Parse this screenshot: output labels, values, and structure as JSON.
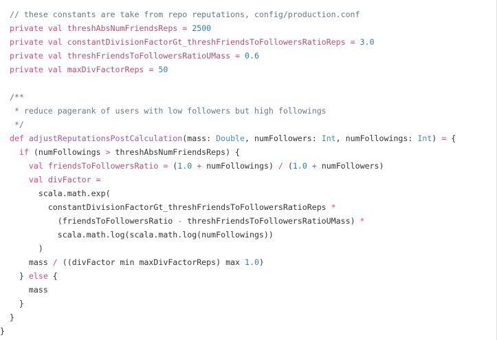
{
  "code_lines": [
    {
      "indent": "  ",
      "tokens": [
        {
          "text": "// these constants are take from repo reputations, config/production.conf",
          "kind": "cm"
        }
      ]
    },
    {
      "indent": "  ",
      "tokens": [
        {
          "text": "private val ",
          "kind": "kw"
        },
        {
          "text": "threshAbsNumFriendsReps",
          "kind": "vd"
        },
        {
          "text": " ",
          "kind": "pl"
        },
        {
          "text": "=",
          "kind": "op"
        },
        {
          "text": " ",
          "kind": "pl"
        },
        {
          "text": "2500",
          "kind": "num"
        }
      ]
    },
    {
      "indent": "  ",
      "tokens": [
        {
          "text": "private val ",
          "kind": "kw"
        },
        {
          "text": "constantDivisionFactorGt_threshFriendsToFollowersRatioReps",
          "kind": "vd"
        },
        {
          "text": " ",
          "kind": "pl"
        },
        {
          "text": "=",
          "kind": "op"
        },
        {
          "text": " ",
          "kind": "pl"
        },
        {
          "text": "3.0",
          "kind": "num"
        }
      ]
    },
    {
      "indent": "  ",
      "tokens": [
        {
          "text": "private val ",
          "kind": "kw"
        },
        {
          "text": "threshFriendsToFollowersRatioUMass",
          "kind": "vd"
        },
        {
          "text": " ",
          "kind": "pl"
        },
        {
          "text": "=",
          "kind": "op"
        },
        {
          "text": " ",
          "kind": "pl"
        },
        {
          "text": "0.6",
          "kind": "num"
        }
      ]
    },
    {
      "indent": "  ",
      "tokens": [
        {
          "text": "private val ",
          "kind": "kw"
        },
        {
          "text": "maxDivFactorReps",
          "kind": "vd"
        },
        {
          "text": " ",
          "kind": "pl"
        },
        {
          "text": "=",
          "kind": "op"
        },
        {
          "text": " ",
          "kind": "pl"
        },
        {
          "text": "50",
          "kind": "num"
        }
      ]
    },
    {
      "indent": "",
      "tokens": []
    },
    {
      "indent": "  ",
      "tokens": [
        {
          "text": "/**",
          "kind": "cm"
        }
      ]
    },
    {
      "indent": "  ",
      "tokens": [
        {
          "text": " * reduce pagerank of users with low followers but high followings",
          "kind": "cm"
        }
      ]
    },
    {
      "indent": "  ",
      "tokens": [
        {
          "text": " */",
          "kind": "cm"
        }
      ]
    },
    {
      "indent": "  ",
      "tokens": [
        {
          "text": "def ",
          "kind": "kw"
        },
        {
          "text": "adjustReputationsPostCalculation",
          "kind": "fn"
        },
        {
          "text": "(mass: ",
          "kind": "pl"
        },
        {
          "text": "Double",
          "kind": "ty"
        },
        {
          "text": ", numFollowers: ",
          "kind": "pl"
        },
        {
          "text": "Int",
          "kind": "ty"
        },
        {
          "text": ", numFollowings: ",
          "kind": "pl"
        },
        {
          "text": "Int",
          "kind": "ty"
        },
        {
          "text": ") ",
          "kind": "pl"
        },
        {
          "text": "=",
          "kind": "op"
        },
        {
          "text": " {",
          "kind": "pl"
        }
      ]
    },
    {
      "indent": "    ",
      "tokens": [
        {
          "text": "if",
          "kind": "kw"
        },
        {
          "text": " (numFollowings ",
          "kind": "pl"
        },
        {
          "text": ">",
          "kind": "op"
        },
        {
          "text": " threshAbsNumFriendsReps) {",
          "kind": "pl"
        }
      ]
    },
    {
      "indent": "      ",
      "tokens": [
        {
          "text": "val ",
          "kind": "kw"
        },
        {
          "text": "friendsToFollowersRatio",
          "kind": "vd"
        },
        {
          "text": " ",
          "kind": "pl"
        },
        {
          "text": "=",
          "kind": "op"
        },
        {
          "text": " (",
          "kind": "pl"
        },
        {
          "text": "1.0",
          "kind": "num"
        },
        {
          "text": " ",
          "kind": "pl"
        },
        {
          "text": "+",
          "kind": "op"
        },
        {
          "text": " numFollowings) ",
          "kind": "pl"
        },
        {
          "text": "/",
          "kind": "op"
        },
        {
          "text": " (",
          "kind": "pl"
        },
        {
          "text": "1.0",
          "kind": "num"
        },
        {
          "text": " ",
          "kind": "pl"
        },
        {
          "text": "+",
          "kind": "op"
        },
        {
          "text": " numFollowers)",
          "kind": "pl"
        }
      ]
    },
    {
      "indent": "      ",
      "tokens": [
        {
          "text": "val ",
          "kind": "kw"
        },
        {
          "text": "divFactor",
          "kind": "vd"
        },
        {
          "text": " ",
          "kind": "pl"
        },
        {
          "text": "=",
          "kind": "op"
        }
      ]
    },
    {
      "indent": "        ",
      "tokens": [
        {
          "text": "scala.math.exp(",
          "kind": "pl"
        }
      ]
    },
    {
      "indent": "          ",
      "tokens": [
        {
          "text": "constantDivisionFactorGt_threshFriendsToFollowersRatioReps ",
          "kind": "pl"
        },
        {
          "text": "*",
          "kind": "op"
        }
      ]
    },
    {
      "indent": "            ",
      "tokens": [
        {
          "text": "(friendsToFollowersRatio ",
          "kind": "pl"
        },
        {
          "text": "-",
          "kind": "op"
        },
        {
          "text": " threshFriendsToFollowersRatioUMass) ",
          "kind": "pl"
        },
        {
          "text": "*",
          "kind": "op"
        }
      ]
    },
    {
      "indent": "            ",
      "tokens": [
        {
          "text": "scala.math.log(scala.math.log(numFollowings))",
          "kind": "pl"
        }
      ]
    },
    {
      "indent": "        ",
      "tokens": [
        {
          "text": ")",
          "kind": "pl"
        }
      ]
    },
    {
      "indent": "      ",
      "tokens": [
        {
          "text": "mass ",
          "kind": "pl"
        },
        {
          "text": "/",
          "kind": "op"
        },
        {
          "text": " ((divFactor min maxDivFactorReps) max ",
          "kind": "pl"
        },
        {
          "text": "1.0",
          "kind": "num"
        },
        {
          "text": ")",
          "kind": "pl"
        }
      ]
    },
    {
      "indent": "    ",
      "tokens": [
        {
          "text": "} ",
          "kind": "pl"
        },
        {
          "text": "else",
          "kind": "kw"
        },
        {
          "text": " {",
          "kind": "pl"
        }
      ]
    },
    {
      "indent": "      ",
      "tokens": [
        {
          "text": "mass",
          "kind": "pl"
        }
      ]
    },
    {
      "indent": "    ",
      "tokens": [
        {
          "text": "}",
          "kind": "pl"
        }
      ]
    },
    {
      "indent": "  ",
      "tokens": [
        {
          "text": "}",
          "kind": "pl"
        }
      ]
    },
    {
      "indent": "",
      "tokens": [
        {
          "text": "}",
          "kind": "pl"
        }
      ]
    }
  ],
  "colors": {
    "keyword": "#e0457b",
    "comment": "#6b7785",
    "type": "#4a8fb6",
    "number": "#2b7dbc",
    "function": "#9a5ba8",
    "declaration": "#b84d72",
    "plain": "#333333",
    "background": "#ffffff"
  }
}
